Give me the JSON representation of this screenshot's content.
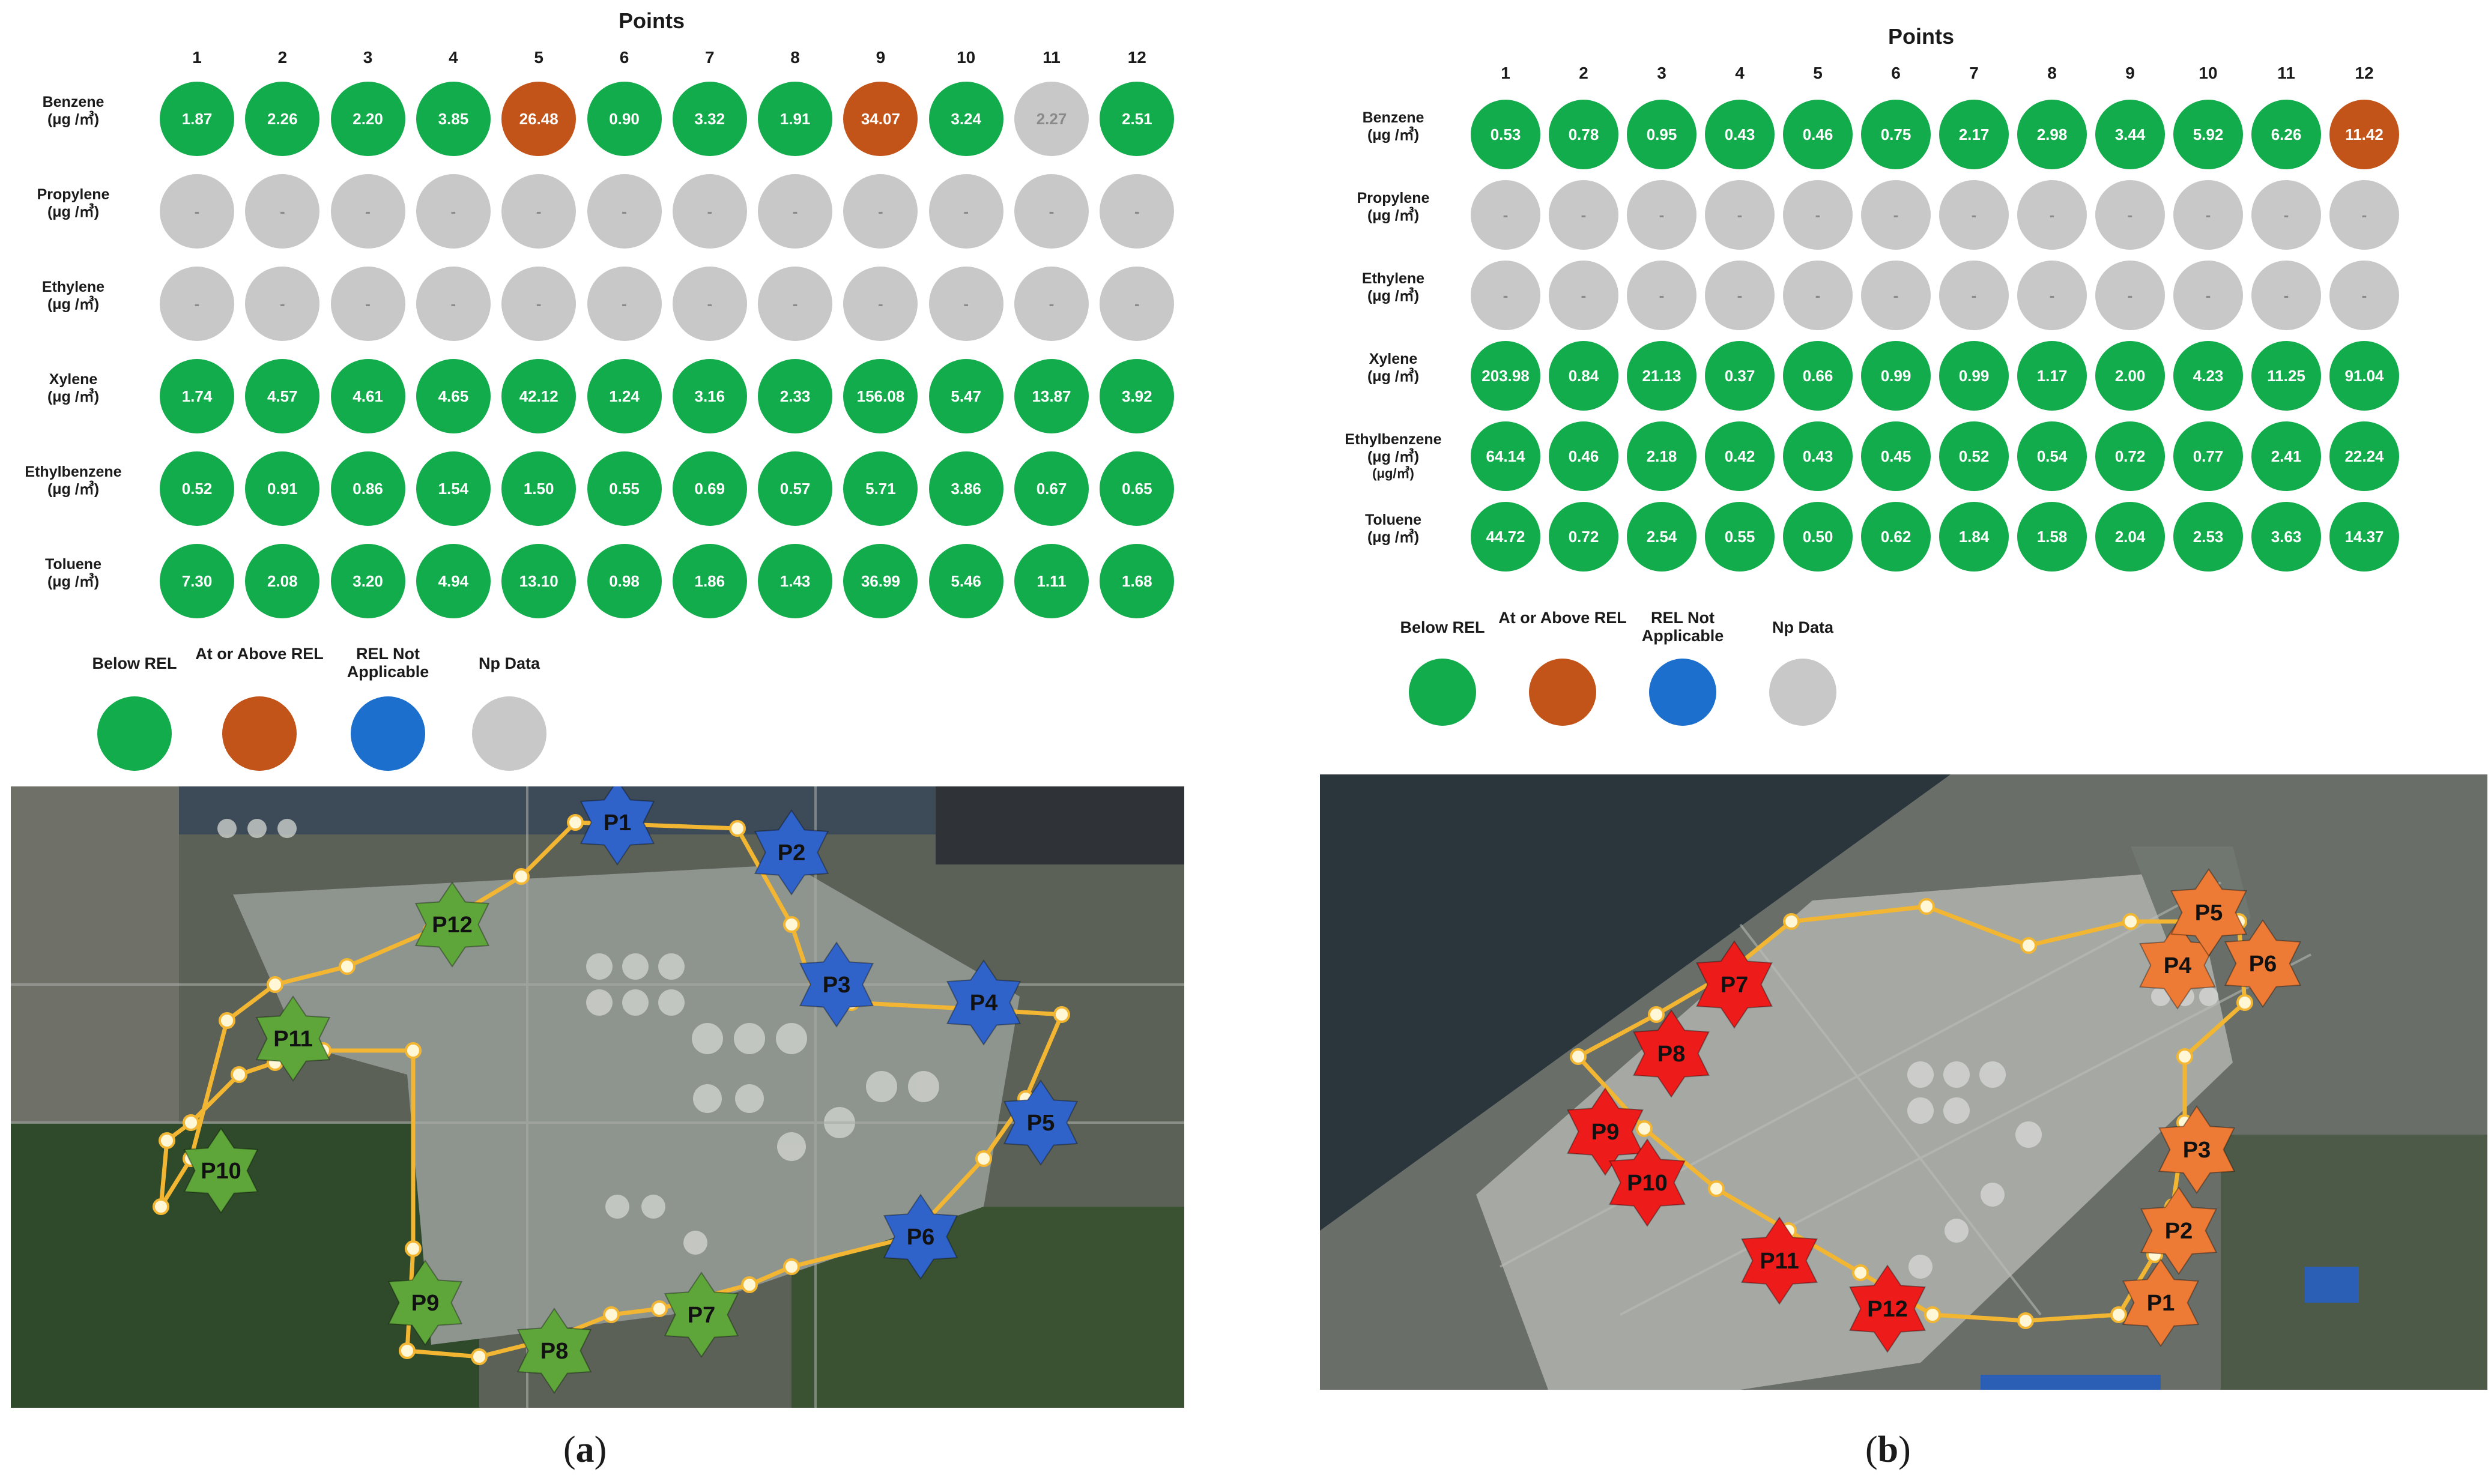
{
  "panel_a": {
    "points_title": "Points",
    "columns": [
      "1",
      "2",
      "3",
      "4",
      "5",
      "6",
      "7",
      "8",
      "9",
      "10",
      "11",
      "12"
    ],
    "rows": [
      {
        "name": "Benzene",
        "unit": "(μg /㎥)",
        "values": [
          "1.87",
          "2.26",
          "2.20",
          "3.85",
          "26.48",
          "0.90",
          "3.32",
          "1.91",
          "34.07",
          "3.24",
          "2.27",
          "2.51"
        ],
        "status": [
          "g",
          "g",
          "g",
          "g",
          "o",
          "g",
          "g",
          "g",
          "o",
          "g",
          "n",
          "g"
        ]
      },
      {
        "name": "Propylene",
        "unit": "(μg /㎥)",
        "values": [
          "-",
          "-",
          "-",
          "-",
          "-",
          "-",
          "-",
          "-",
          "-",
          "-",
          "-",
          "-"
        ],
        "status": [
          "n",
          "n",
          "n",
          "n",
          "n",
          "n",
          "n",
          "n",
          "n",
          "n",
          "n",
          "n"
        ]
      },
      {
        "name": "Ethylene",
        "unit": "(μg /㎥)",
        "values": [
          "-",
          "-",
          "-",
          "-",
          "-",
          "-",
          "-",
          "-",
          "-",
          "-",
          "-",
          "-"
        ],
        "status": [
          "n",
          "n",
          "n",
          "n",
          "n",
          "n",
          "n",
          "n",
          "n",
          "n",
          "n",
          "n"
        ]
      },
      {
        "name": "Xylene",
        "unit": "(μg /㎥)",
        "values": [
          "1.74",
          "4.57",
          "4.61",
          "4.65",
          "42.12",
          "1.24",
          "3.16",
          "2.33",
          "156.08",
          "5.47",
          "13.87",
          "3.92"
        ],
        "status": [
          "g",
          "g",
          "g",
          "g",
          "g",
          "g",
          "g",
          "g",
          "g",
          "g",
          "g",
          "g"
        ]
      },
      {
        "name": "Ethylbenzene",
        "unit": "(μg /㎥)",
        "values": [
          "0.52",
          "0.91",
          "0.86",
          "1.54",
          "1.50",
          "0.55",
          "0.69",
          "0.57",
          "5.71",
          "3.86",
          "0.67",
          "0.65"
        ],
        "status": [
          "g",
          "g",
          "g",
          "g",
          "g",
          "g",
          "g",
          "g",
          "g",
          "g",
          "g",
          "g"
        ]
      },
      {
        "name": "Toluene",
        "unit": "(μg /㎥)",
        "values": [
          "7.30",
          "2.08",
          "3.20",
          "4.94",
          "13.10",
          "0.98",
          "1.86",
          "1.43",
          "36.99",
          "5.46",
          "1.11",
          "1.68"
        ],
        "status": [
          "g",
          "g",
          "g",
          "g",
          "g",
          "g",
          "g",
          "g",
          "g",
          "g",
          "g",
          "g"
        ]
      }
    ],
    "legend": [
      {
        "label": "Below REL",
        "color": "#12ac4c"
      },
      {
        "label": "At or Above REL",
        "color": "#c2541a"
      },
      {
        "label": "REL Not Applicable",
        "color": "#1c6fcc"
      },
      {
        "label": "Np Data",
        "color": "#c8c8c8"
      }
    ],
    "markers": [
      {
        "label": "P1",
        "color": "blue"
      },
      {
        "label": "P2",
        "color": "blue"
      },
      {
        "label": "P3",
        "color": "blue"
      },
      {
        "label": "P4",
        "color": "blue"
      },
      {
        "label": "P5",
        "color": "blue"
      },
      {
        "label": "P6",
        "color": "blue"
      },
      {
        "label": "P7",
        "color": "green"
      },
      {
        "label": "P8",
        "color": "green"
      },
      {
        "label": "P9",
        "color": "green"
      },
      {
        "label": "P10",
        "color": "green"
      },
      {
        "label": "P11",
        "color": "green"
      },
      {
        "label": "P12",
        "color": "green"
      }
    ],
    "sub_label": "a"
  },
  "panel_b": {
    "points_title": "Points",
    "columns": [
      "1",
      "2",
      "3",
      "4",
      "5",
      "6",
      "7",
      "8",
      "9",
      "10",
      "11",
      "12"
    ],
    "rows": [
      {
        "name": "Benzene",
        "unit": "(μg /㎥)",
        "values": [
          "0.53",
          "0.78",
          "0.95",
          "0.43",
          "0.46",
          "0.75",
          "2.17",
          "2.98",
          "3.44",
          "5.92",
          "6.26",
          "11.42"
        ],
        "status": [
          "g",
          "g",
          "g",
          "g",
          "g",
          "g",
          "g",
          "g",
          "g",
          "g",
          "g",
          "o"
        ]
      },
      {
        "name": "Propylene",
        "unit": "(μg /㎥)",
        "values": [
          "-",
          "-",
          "-",
          "-",
          "-",
          "-",
          "-",
          "-",
          "-",
          "-",
          "-",
          "-"
        ],
        "status": [
          "n",
          "n",
          "n",
          "n",
          "n",
          "n",
          "n",
          "n",
          "n",
          "n",
          "n",
          "n"
        ]
      },
      {
        "name": "Ethylene",
        "unit": "(μg /㎥)",
        "values": [
          "-",
          "-",
          "-",
          "-",
          "-",
          "-",
          "-",
          "-",
          "-",
          "-",
          "-",
          "-"
        ],
        "status": [
          "n",
          "n",
          "n",
          "n",
          "n",
          "n",
          "n",
          "n",
          "n",
          "n",
          "n",
          "n"
        ]
      },
      {
        "name": "Xylene",
        "unit": "(μg /㎥)",
        "values": [
          "203.98",
          "0.84",
          "21.13",
          "0.37",
          "0.66",
          "0.99",
          "0.99",
          "1.17",
          "2.00",
          "4.23",
          "11.25",
          "91.04"
        ],
        "status": [
          "g",
          "g",
          "g",
          "g",
          "g",
          "g",
          "g",
          "g",
          "g",
          "g",
          "g",
          "g"
        ]
      },
      {
        "name": "Ethylbenzene",
        "unit": "(μg /㎥)",
        "unit2": "(μg/㎥)",
        "values": [
          "64.14",
          "0.46",
          "2.18",
          "0.42",
          "0.43",
          "0.45",
          "0.52",
          "0.54",
          "0.72",
          "0.77",
          "2.41",
          "22.24"
        ],
        "status": [
          "g",
          "g",
          "g",
          "g",
          "g",
          "g",
          "g",
          "g",
          "g",
          "g",
          "g",
          "g"
        ]
      },
      {
        "name": "Toluene",
        "unit": "(μg /㎥)",
        "values": [
          "44.72",
          "0.72",
          "2.54",
          "0.55",
          "0.50",
          "0.62",
          "1.84",
          "1.58",
          "2.04",
          "2.53",
          "3.63",
          "14.37"
        ],
        "status": [
          "g",
          "g",
          "g",
          "g",
          "g",
          "g",
          "g",
          "g",
          "g",
          "g",
          "g",
          "g"
        ]
      }
    ],
    "legend": [
      {
        "label": "Below REL",
        "color": "#12ac4c"
      },
      {
        "label": "At or Above REL",
        "color": "#c2541a"
      },
      {
        "label": "REL Not Applicable",
        "color": "#1c6fcc"
      },
      {
        "label": "Np Data",
        "color": "#c8c8c8"
      }
    ],
    "markers": [
      {
        "label": "P1",
        "color": "orange"
      },
      {
        "label": "P2",
        "color": "orange"
      },
      {
        "label": "P3",
        "color": "orange"
      },
      {
        "label": "P4",
        "color": "orange"
      },
      {
        "label": "P5",
        "color": "orange"
      },
      {
        "label": "P6",
        "color": "orange"
      },
      {
        "label": "P7",
        "color": "red"
      },
      {
        "label": "P8",
        "color": "red"
      },
      {
        "label": "P9",
        "color": "red"
      },
      {
        "label": "P10",
        "color": "red"
      },
      {
        "label": "P11",
        "color": "red"
      },
      {
        "label": "P12",
        "color": "red"
      }
    ],
    "sub_label": "b"
  },
  "colors": {
    "below_rel": "#12ac4c",
    "above_rel": "#c2541a",
    "no_data": "#c8c8c8",
    "not_applicable": "#1c6fcc",
    "marker_blue": "#2f63c9",
    "marker_green": "#5ea63a",
    "marker_orange": "#ee7b35",
    "marker_red": "#ee1b1b",
    "route": "#f2b632"
  }
}
